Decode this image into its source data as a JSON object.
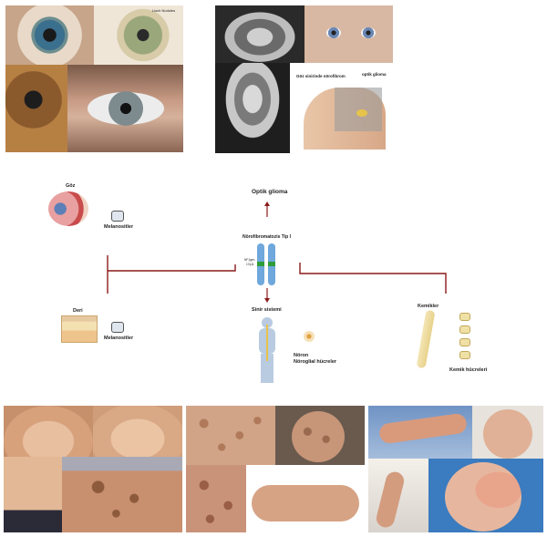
{
  "labels": {
    "optik_glioma": "Optik glioma",
    "goz": "Göz",
    "melanositler_goz": "Melanositler",
    "nf1": "Nörofibromatozis Tip I",
    "deri": "Deri",
    "melanositler_deri": "Melanositler",
    "sinir_sistemi": "Sinir sistemi",
    "noron": "Nöron",
    "norogial": "Nöroglial hücreler",
    "kemikler": "Kemikler",
    "kemik_hucreleri": "Kemik hücreleri",
    "chrom_label_a": "NF1gen",
    "chrom_label_b": "17q11",
    "nerve_label": "Göz sinirinde nörofibrom",
    "glioma_inset": "optik glioma",
    "iris_label": "Lisch Nodules"
  },
  "colors": {
    "arrow": "#8b1a1a",
    "chrom": "#6fa8dc",
    "band": "#2e9d3a"
  }
}
